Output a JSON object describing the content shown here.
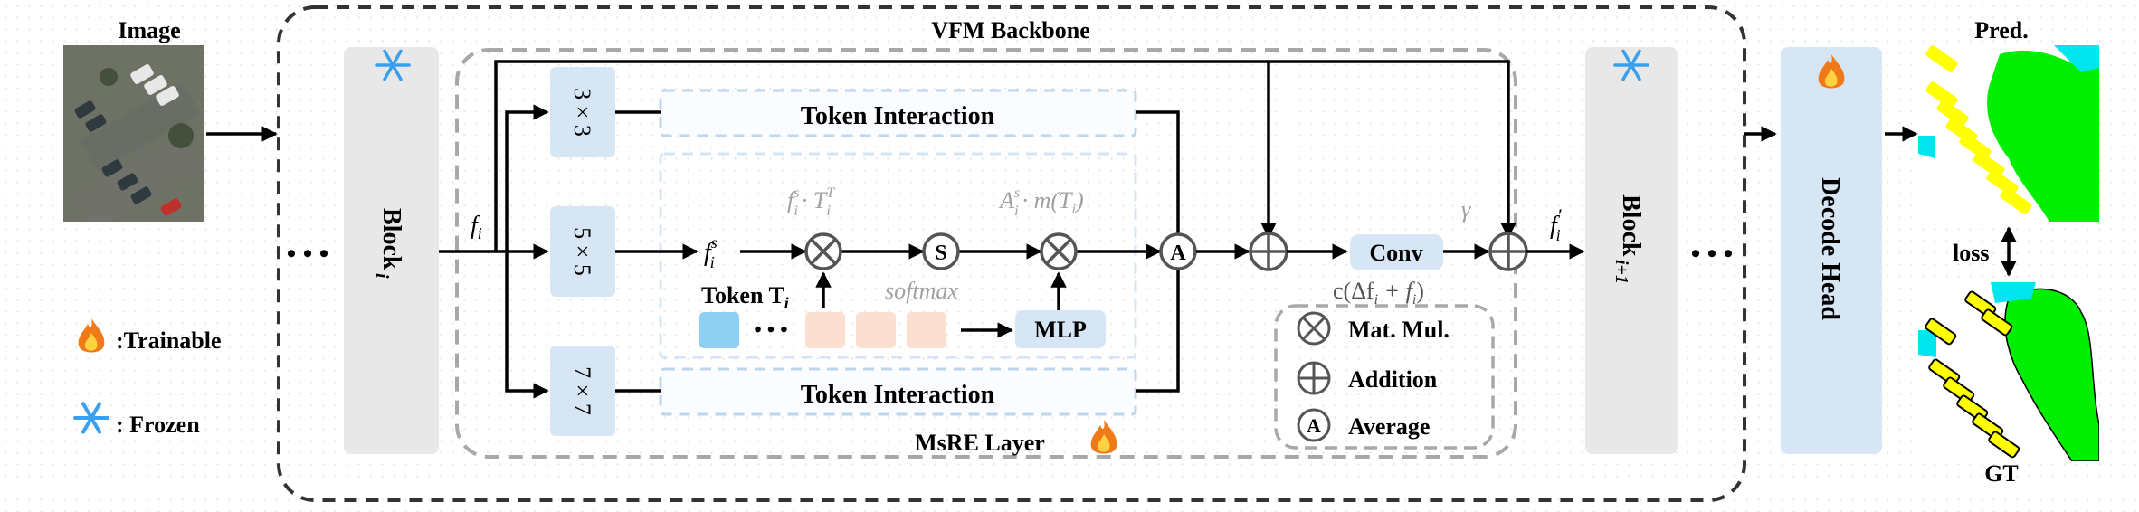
{
  "image_label": "Image",
  "backbone_title": "VFM Backbone",
  "block_i": {
    "text": "Block",
    "sub": "i"
  },
  "block_i1": {
    "text": "Block",
    "sub": "i+1"
  },
  "kernels": [
    "3 × 3",
    "5 × 5",
    "7 × 7"
  ],
  "token_interaction": "Token Interaction",
  "msre_label": "MsRE Layer",
  "decode_head": "Decode Head",
  "pred_label": "Pred.",
  "gt_label": "GT",
  "loss_label": "loss",
  "legend_left": {
    "trainable": ":Trainable",
    "frozen": ": Frozen"
  },
  "legend_right": {
    "mul": "Mat. Mul.",
    "add": "Addition",
    "avg": "Average"
  },
  "symbols": {
    "s": "S",
    "a": "A",
    "ellipsis": "• • •"
  },
  "labels": {
    "f_i": "f",
    "f_i_sub": "i",
    "f_i_s": "f",
    "f_i_s_sub": "i",
    "f_i_s_sup": "s",
    "fT_expr": "f",
    "fT_rest": "· T",
    "A_expr": "A",
    "A_rest": "· m(T",
    "A_close": ")",
    "gamma": "γ",
    "token_T": "Token T",
    "token_T_sub": "i",
    "softmax": "softmax",
    "mlp": "MLP",
    "conv": "Conv",
    "c_expr": "c(Δf",
    "c_rest": " + f",
    "c_close": ")",
    "f_prime": "f",
    "f_prime_sup": "′",
    "f_prime_sub": "i"
  },
  "colors": {
    "block_gray": "#e8e8e8",
    "light_blue": "#d7e6f5",
    "token_blue": "#8fd0f2",
    "token_peach": "#fbe0d2",
    "yellow": "#ffff00",
    "green": "#00ee00",
    "cyan": "#00e5ee"
  }
}
